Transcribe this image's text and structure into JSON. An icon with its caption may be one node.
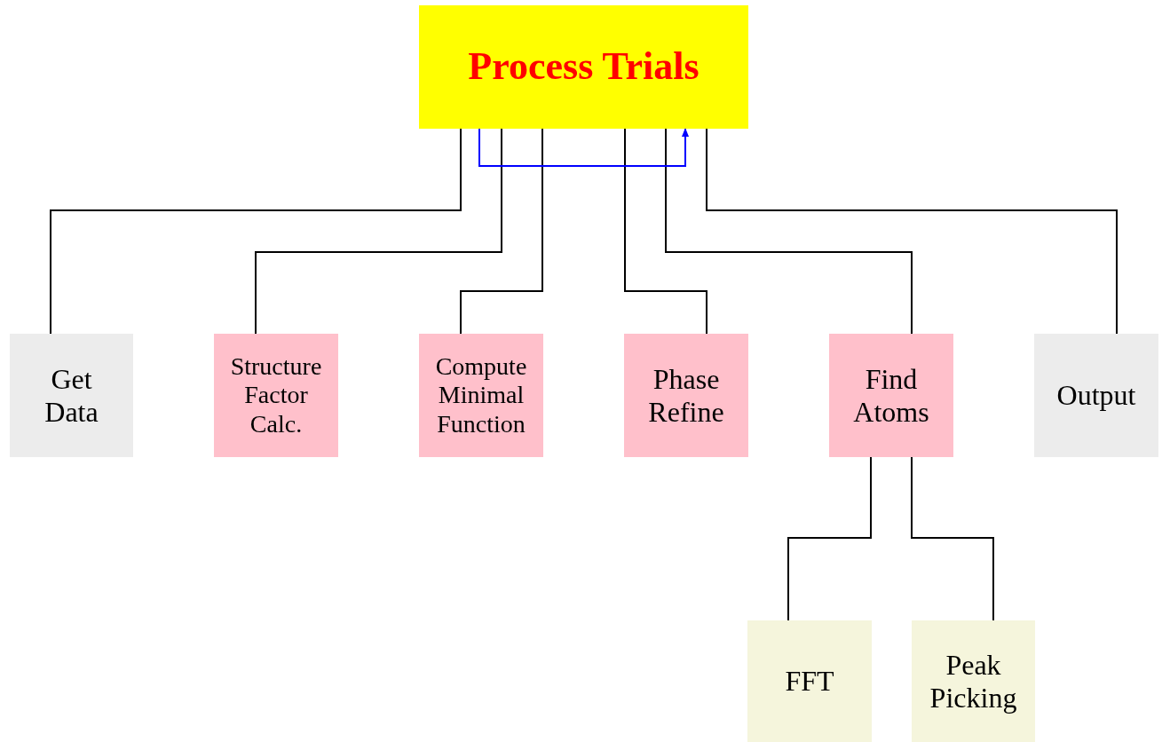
{
  "diagram": {
    "nodes": [
      {
        "text": [
          "Process Trials"
        ]
      },
      {
        "text": [
          "Get Data"
        ]
      },
      {
        "text": [
          "Structure Factor Calc."
        ]
      },
      {
        "text": [
          "Compute Minimal Function"
        ]
      },
      {
        "text": [
          "Phase Refine"
        ]
      },
      {
        "text": [
          "Find Atoms"
        ]
      },
      {
        "text": [
          "Output"
        ]
      },
      {
        "text": [
          "FFT"
        ]
      },
      {
        "text": [
          "Peak Picking"
        ]
      }
    ],
    "edges": [
      {
        "from": 0,
        "to": 1,
        "arrow": "none"
      },
      {
        "from": 0,
        "to": 2,
        "arrow": "none"
      },
      {
        "from": 0,
        "to": 3,
        "arrow": "none"
      },
      {
        "from": 0,
        "to": 4,
        "arrow": "none"
      },
      {
        "from": 0,
        "to": 5,
        "arrow": "none"
      },
      {
        "from": 0,
        "to": 6,
        "arrow": "none"
      },
      {
        "from": 0,
        "to": 0,
        "arrow": "to",
        "color": "#0000ff"
      },
      {
        "from": 5,
        "to": 7,
        "arrow": "none"
      },
      {
        "from": 5,
        "to": 8,
        "arrow": "none"
      }
    ]
  }
}
